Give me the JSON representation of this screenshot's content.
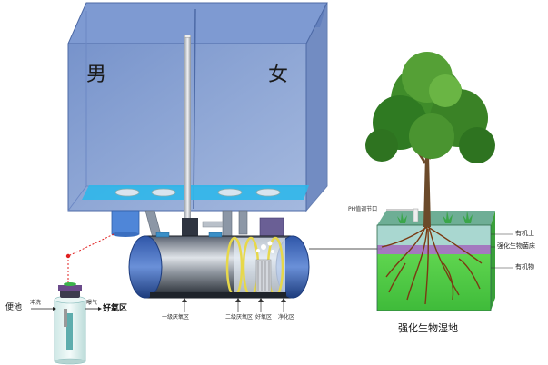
{
  "toilet": {
    "male_label": "男",
    "female_label": "女"
  },
  "tank_zones": {
    "zone1": "一级厌氧区",
    "zone2": "二级厌氧区",
    "zone3": "好氧区",
    "zone4": "净化区"
  },
  "septic_tank": {
    "left_label": "便池",
    "right_label": "好氧区",
    "flush_label": "冲洗",
    "aerate_label": "曝气"
  },
  "wetland": {
    "ph_label": "PH值调节口",
    "layer1": "有机土",
    "layer2": "强化生物菌床",
    "layer3": "有机物",
    "caption": "强化生物湿地"
  },
  "colors": {
    "glass_blue": "#6f8fc9",
    "water_cyan": "#2fb7ea",
    "soil_green": "#56d04a",
    "layer_purple": "#9a6ab8",
    "tank_dark": "#2a2f38"
  }
}
